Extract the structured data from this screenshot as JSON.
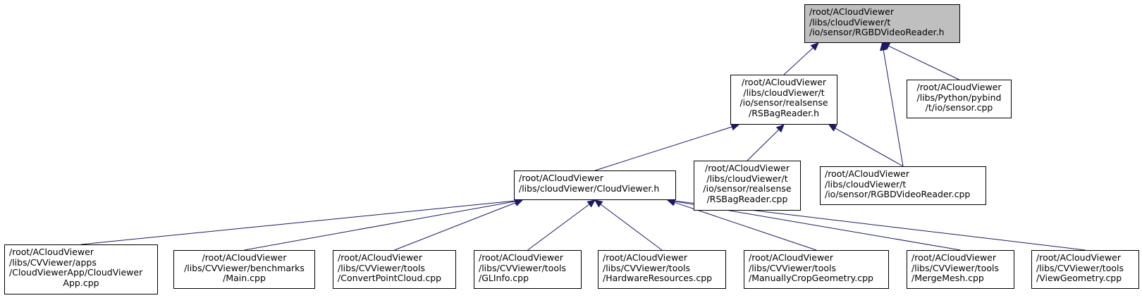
{
  "colors": {
    "edge": "#191970",
    "root_fill": "#bfbfbf",
    "node_fill": "#ffffff",
    "border": "#000000"
  },
  "nodes": {
    "rgbd_h": {
      "lines": [
        "/root/ACloudViewer",
        "/libs/cloudViewer/t",
        "/io/sensor/RGBDVideoReader.h"
      ]
    },
    "rsbag_h": {
      "lines": [
        "/root/ACloudViewer",
        "/libs/cloudViewer/t",
        "/io/sensor/realsense",
        "/RSBagReader.h"
      ]
    },
    "sensor_cpp": {
      "lines": [
        "/root/ACloudViewer",
        "/libs/Python/pybind",
        "/t/io/sensor.cpp"
      ]
    },
    "cloudviewer_h": {
      "lines": [
        "/root/ACloudViewer",
        "/libs/cloudViewer/CloudViewer.h"
      ]
    },
    "rsbag_cpp": {
      "lines": [
        "/root/ACloudViewer",
        "/libs/cloudViewer/t",
        "/io/sensor/realsense",
        "/RSBagReader.cpp"
      ]
    },
    "rgbd_cpp": {
      "lines": [
        "/root/ACloudViewer",
        "/libs/cloudViewer/t",
        "/io/sensor/RGBDVideoReader.cpp"
      ]
    },
    "app_cpp": {
      "lines": [
        "/root/ACloudViewer",
        "/libs/CVViewer/apps",
        "/CloudViewerApp/CloudViewer",
        "App.cpp"
      ]
    },
    "main_cpp": {
      "lines": [
        "/root/ACloudViewer",
        "/libs/CVViewer/benchmarks",
        "/Main.cpp"
      ]
    },
    "convert_cpp": {
      "lines": [
        "/root/ACloudViewer",
        "/libs/CVViewer/tools",
        "/ConvertPointCloud.cpp"
      ]
    },
    "glinfo_cpp": {
      "lines": [
        "/root/ACloudViewer",
        "/libs/CVViewer/tools",
        "/GLInfo.cpp"
      ]
    },
    "hardware_cpp": {
      "lines": [
        "/root/ACloudViewer",
        "/libs/CVViewer/tools",
        "/HardwareResources.cpp"
      ]
    },
    "crop_cpp": {
      "lines": [
        "/root/ACloudViewer",
        "/libs/CVViewer/tools",
        "/ManuallyCropGeometry.cpp"
      ]
    },
    "merge_cpp": {
      "lines": [
        "/root/ACloudViewer",
        "/libs/CVViewer/tools",
        "/MergeMesh.cpp"
      ]
    },
    "view_cpp": {
      "lines": [
        "/root/ACloudViewer",
        "/libs/CVViewer/tools",
        "/ViewGeometry.cpp"
      ]
    }
  },
  "edges": [
    [
      "rsbag_h",
      "rgbd_h"
    ],
    [
      "sensor_cpp",
      "rgbd_h"
    ],
    [
      "rgbd_cpp",
      "rgbd_h"
    ],
    [
      "cloudviewer_h",
      "rsbag_h"
    ],
    [
      "rsbag_cpp",
      "rsbag_h"
    ],
    [
      "rgbd_cpp",
      "rsbag_h"
    ],
    [
      "app_cpp",
      "cloudviewer_h"
    ],
    [
      "main_cpp",
      "cloudviewer_h"
    ],
    [
      "convert_cpp",
      "cloudviewer_h"
    ],
    [
      "glinfo_cpp",
      "cloudviewer_h"
    ],
    [
      "hardware_cpp",
      "cloudviewer_h"
    ],
    [
      "crop_cpp",
      "cloudviewer_h"
    ],
    [
      "merge_cpp",
      "cloudviewer_h"
    ],
    [
      "view_cpp",
      "cloudviewer_h"
    ]
  ]
}
